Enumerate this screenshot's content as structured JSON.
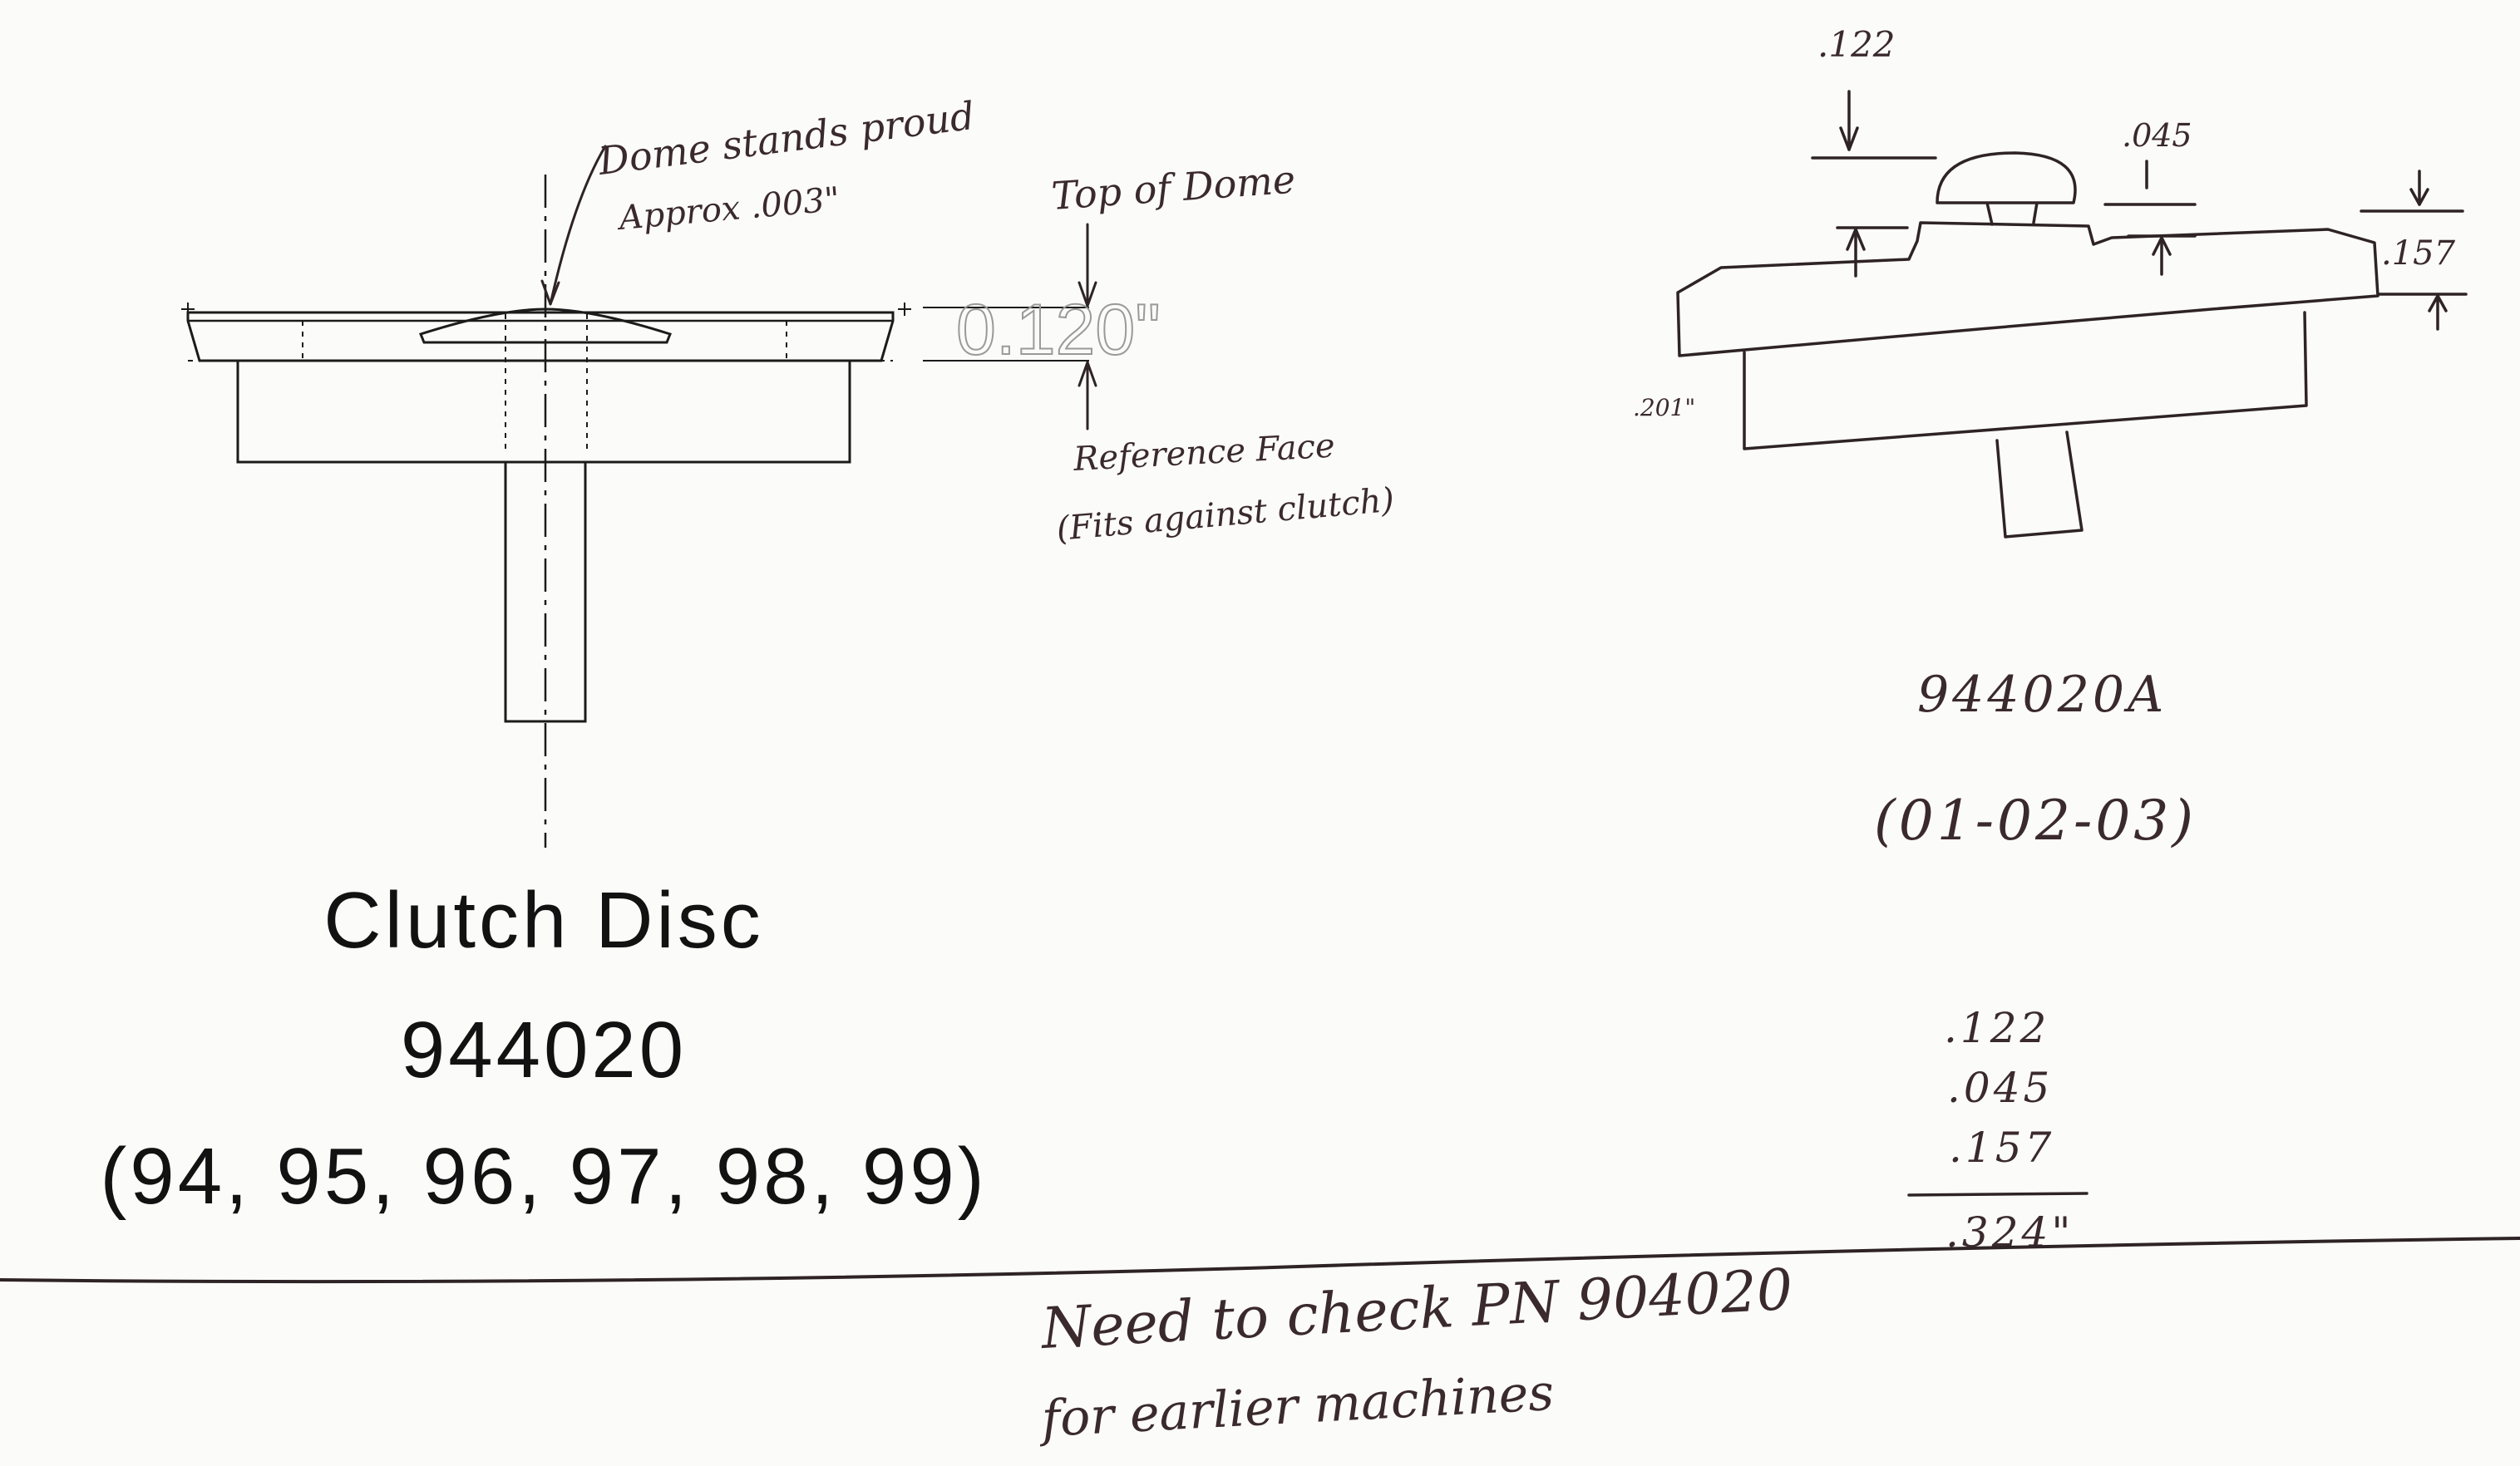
{
  "cad_drawing": {
    "title": "Clutch Disc",
    "part_number": "944020",
    "years": "(94, 95, 96, 97, 98, 99)",
    "dimension_value": "0.120\""
  },
  "annotations": {
    "dome_note_line1": "Dome stands proud",
    "dome_note_line2": "Approx .003\"",
    "top_of_dome": "Top of Dome",
    "reference_face_line1": "Reference Face",
    "reference_face_line2": "(Fits against clutch)"
  },
  "sketch": {
    "dim_top": ".122",
    "dim_step": ".045",
    "dim_right": ".157",
    "dim_left": ".201\"",
    "part_number": "944020A",
    "date": "(01-02-03)"
  },
  "sum": {
    "values": [
      ".122",
      ".045",
      ".157"
    ],
    "total": ".324\""
  },
  "footer_note": {
    "line1": "Need to check PN 904020",
    "line2": "for earlier machines"
  },
  "colors": {
    "paper": "#fbfbf9",
    "ink": "#2e2326",
    "cad_line": "#1b1b1b",
    "dim_gray": "#9a9a9a"
  }
}
